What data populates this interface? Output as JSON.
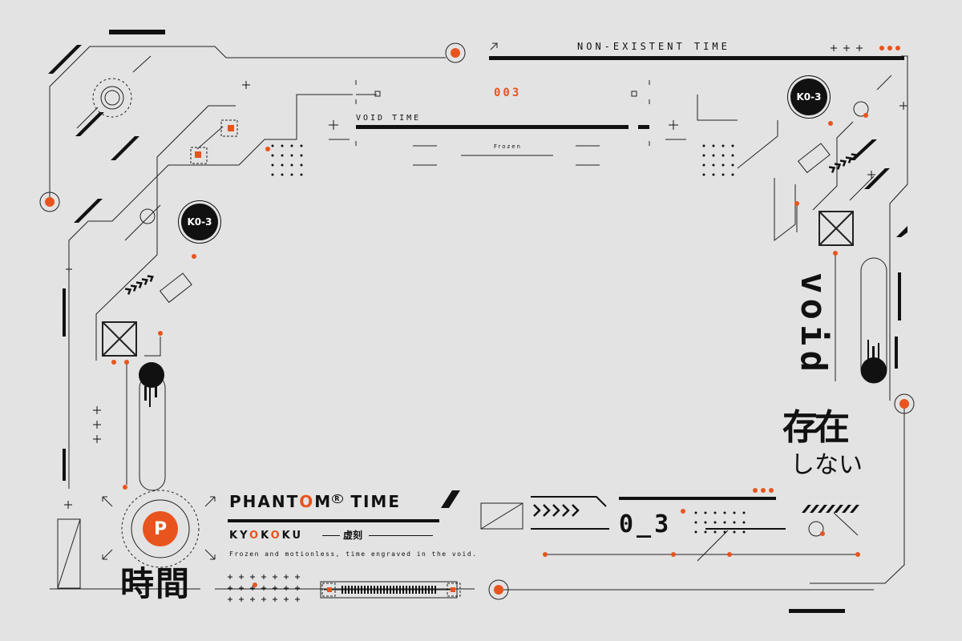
{
  "top_banner": {
    "title": "NON-EXISTENT TIME",
    "plus_glyphs": "+++"
  },
  "center_panel": {
    "counter": "003",
    "section_label": "VOID TIME",
    "sub_label": "Frozen"
  },
  "badges": {
    "left": "K0-3",
    "right": "K0-3"
  },
  "brand": {
    "title_part1": "PHANT",
    "title_o": "O",
    "title_part2": "M",
    "title_part3": "TIME",
    "registered_mark": "R",
    "subtitle_latin": "KY",
    "subtitle_o1": "O",
    "subtitle_mid": "K",
    "subtitle_o2": "O",
    "subtitle_end": "KU",
    "subtitle_kanji": "虚刻",
    "tagline": "Frozen and motionless, time engraved in the void.",
    "p_mark": "P",
    "kanji_time": "時間"
  },
  "right_column": {
    "vertical_word": "void",
    "kanji_main": "存在",
    "kanji_sub": "しない"
  },
  "counter_bottom": {
    "text": "0_3"
  },
  "colors": {
    "accent": "#e8541e",
    "ink": "#111111",
    "background": "#e3e3e3"
  }
}
